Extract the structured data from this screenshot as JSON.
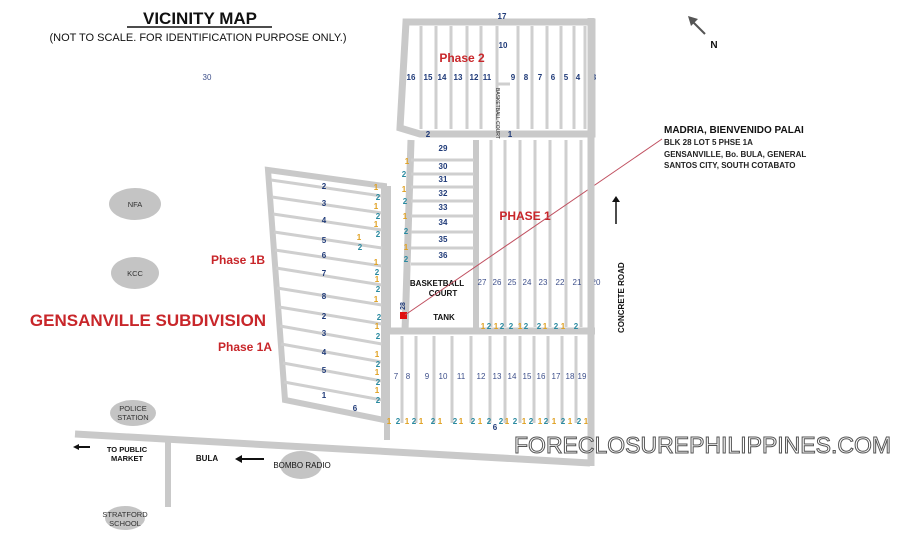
{
  "title": "VICINITY MAP",
  "subtitle": "(NOT TO SCALE. FOR IDENTIFICATION PURPOSE ONLY.)",
  "north_label": "N",
  "stray_number": "30",
  "subdivision_name": "GENSANVILLE SUBDIVISION",
  "phases": {
    "phase2": "Phase 2",
    "phase1": "PHASE 1",
    "phase1b": "Phase 1B",
    "phase1a": "Phase 1A"
  },
  "phase2": {
    "top_block": "17",
    "block10": "10",
    "lots": [
      "16",
      "15",
      "14",
      "13",
      "12",
      "11",
      "9",
      "8",
      "7",
      "6",
      "5",
      "4",
      "3"
    ],
    "basketball_court": "BASKETBALL COURT",
    "bottom": [
      "2",
      "1"
    ]
  },
  "phase1_upper": {
    "row_lots": [
      "29",
      "30",
      "31",
      "32",
      "33",
      "34",
      "35",
      "36"
    ],
    "col_lots": [
      "27",
      "26",
      "25",
      "24",
      "23",
      "22",
      "21",
      "20"
    ],
    "basketball_court_line1": "BASKETBALL",
    "basketball_court_line2": "COURT",
    "tank": "TANK",
    "block28": "28"
  },
  "phase1_lower": {
    "lots": [
      "7",
      "8",
      "9",
      "10",
      "11",
      "12",
      "13",
      "14",
      "15",
      "16",
      "17",
      "18",
      "19"
    ],
    "bottom_block": "6"
  },
  "phase1b_1a": {
    "lots": [
      "2",
      "3",
      "4",
      "5",
      "6",
      "7",
      "8",
      "2",
      "3",
      "4",
      "5",
      "1"
    ],
    "corner": "6"
  },
  "landmarks": {
    "nfa": "NFA",
    "kcc": "KCC",
    "police_line1": "POLICE",
    "police_line2": "STATION",
    "bombo_radio": "BOMBO RADIO",
    "stratford_line1": "STRATFORD",
    "stratford_line2": "SCHOOL",
    "public_market_line1": "TO PUBLIC",
    "public_market_line2": "MARKET",
    "bula": "BULA",
    "concrete_road": "CONCRETE ROAD"
  },
  "property": {
    "owner": "MADRIA, BIENVENIDO PALAI",
    "line1": "BLK 28 LOT 5 PHSE 1A",
    "line2": "GENSANVILLE, Bo. BULA, GENERAL",
    "line3": "SANTOS CITY, SOUTH COTABATO"
  },
  "watermark": "FORECLOSUREPHILIPPINES.COM",
  "colors": {
    "road": "#c9c9c9",
    "phase_label": "#c8262a",
    "lot_number": "#1f3a78",
    "marker": "#e01010",
    "landmark": "#c4c4c4"
  }
}
